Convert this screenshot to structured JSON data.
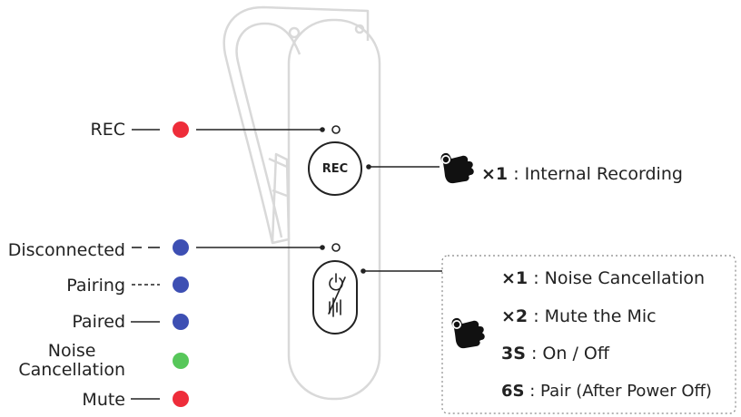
{
  "colors": {
    "red": "#ee2d3a",
    "blue": "#3d4fb3",
    "green": "#57c75a",
    "outline": "#d9d9d9",
    "ink": "#222222"
  },
  "device": {
    "rec_button_label": "REC"
  },
  "indicators": [
    {
      "label": "REC",
      "color": "red"
    },
    {
      "label": "Disconnected",
      "color": "blue"
    },
    {
      "label": "Pairing",
      "color": "blue"
    },
    {
      "label": "Paired",
      "color": "blue"
    },
    {
      "label_line1": "Noise",
      "label_line2": "Cancellation",
      "color": "green"
    },
    {
      "label": "Mute",
      "color": "red"
    }
  ],
  "rec_action": {
    "key": "×1",
    "sep": ":",
    "text": "Internal Recording"
  },
  "power_actions": [
    {
      "key": "×1",
      "sep": ":",
      "text": "Noise Cancellation"
    },
    {
      "key": "×2",
      "sep": ":",
      "text": "Mute the Mic"
    },
    {
      "key": "3S",
      "sep": ":",
      "text": "On / Off"
    },
    {
      "key": "6S",
      "sep": ":",
      "text": "Pair (After Power Off)"
    }
  ]
}
